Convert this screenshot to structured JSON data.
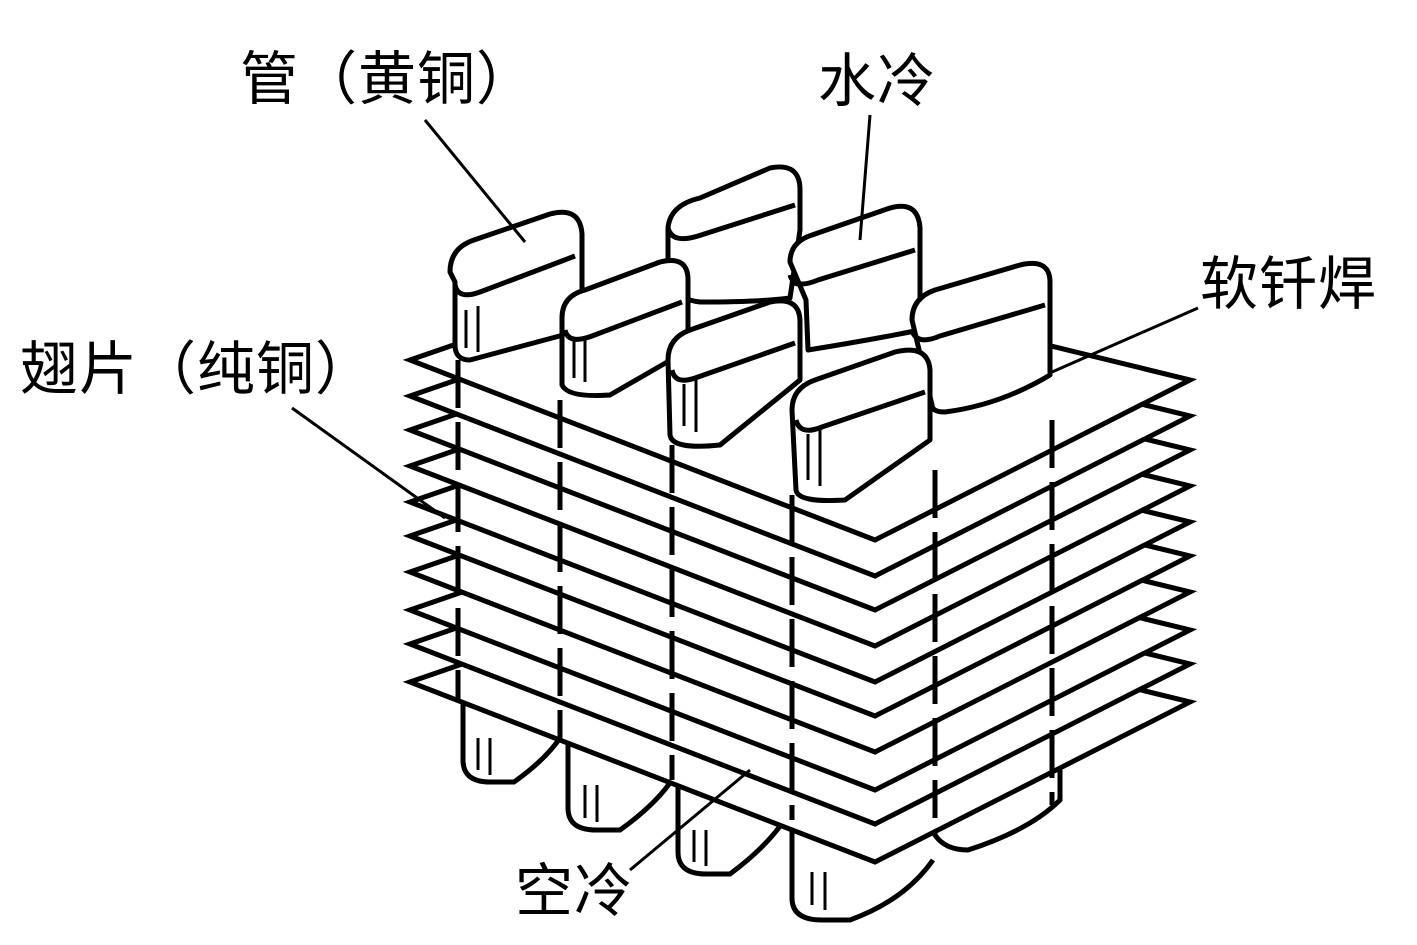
{
  "labels": {
    "tube": "管（黄铜）",
    "water_cooling": "水冷",
    "soft_solder": "软钎焊",
    "fin": "翅片（纯铜）",
    "air_cooling": "空冷"
  },
  "colors": {
    "stroke": "#000000",
    "background": "#ffffff"
  }
}
